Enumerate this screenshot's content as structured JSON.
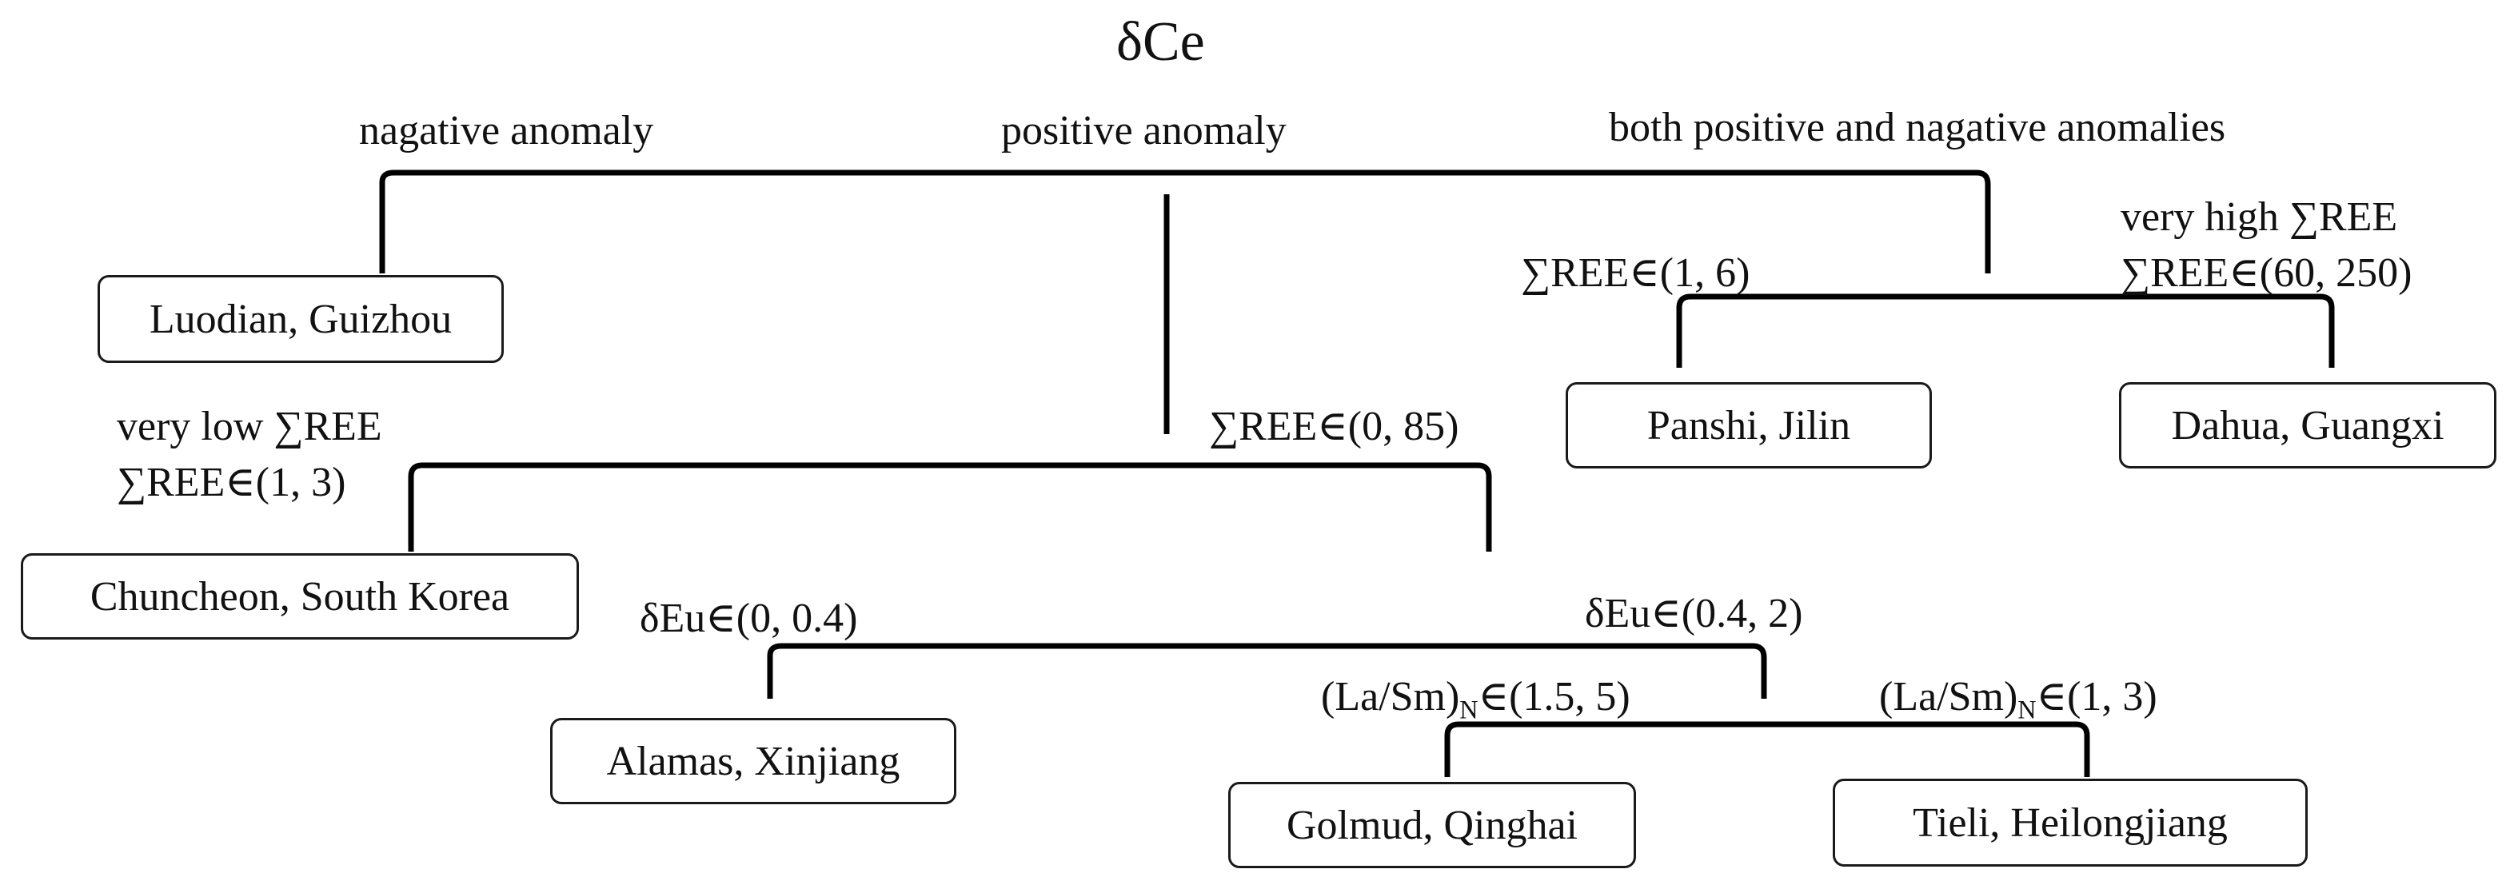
{
  "diagram": {
    "title": "δCe",
    "branches": {
      "negative": "nagative anomaly",
      "positive": "positive anomaly",
      "both": "both positive and nagative anomalies"
    },
    "conditions": {
      "sree_1_6": "∑REE∈(1, 6)",
      "very_high": "very high ∑REE",
      "sree_60_250": "∑REE∈(60, 250)",
      "very_low": "very low ∑REE",
      "sree_1_3": "∑REE∈(1, 3)",
      "sree_0_85": "∑REE∈(0, 85)",
      "deu_0_04": "δEu∈(0, 0.4)",
      "deu_04_2": "δEu∈(0.4, 2)",
      "lasm_prefix": "(La/Sm)",
      "lasm_sub": "N",
      "lasm_15_5_suffix": "∈(1.5, 5)",
      "lasm_1_3_suffix": "∈(1, 3)"
    },
    "nodes": {
      "luodian": "Luodian, Guizhou",
      "panshi": "Panshi, Jilin",
      "dahua": "Dahua, Guangxi",
      "chuncheon": "Chuncheon, South Korea",
      "alamas": "Alamas, Xinjiang",
      "golmud": "Golmud, Qinghai",
      "tieli": "Tieli, Heilongjiang"
    }
  }
}
